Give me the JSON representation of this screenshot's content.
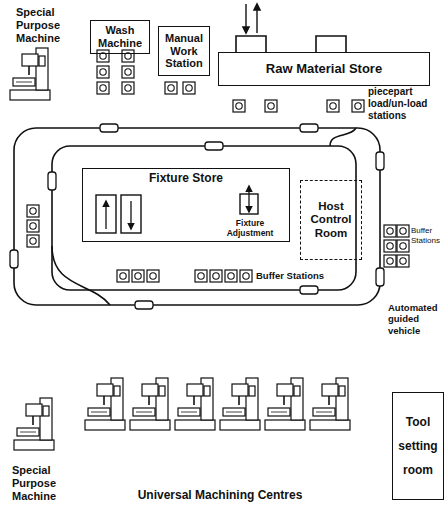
{
  "diagram": {
    "nodes": [
      {
        "text": [
          "Wash Machine"
        ]
      },
      {
        "text": [
          "Manual Work Station"
        ]
      },
      {
        "text": [
          "Raw Material Store"
        ]
      },
      {
        "text": [
          "Fixture Store"
        ]
      },
      {
        "text": [
          "Host Control Room"
        ]
      },
      {
        "text": [
          "Tool setting room"
        ]
      }
    ],
    "labels": [
      "Special Purpose Machine",
      "piecepart load/un-load stations",
      "Fixture Adjustment",
      "Buffer Stations",
      "Buffer Stations",
      "Automated guided vehicle",
      "Special Purpose Machine",
      "Universal Machining Centres"
    ]
  }
}
